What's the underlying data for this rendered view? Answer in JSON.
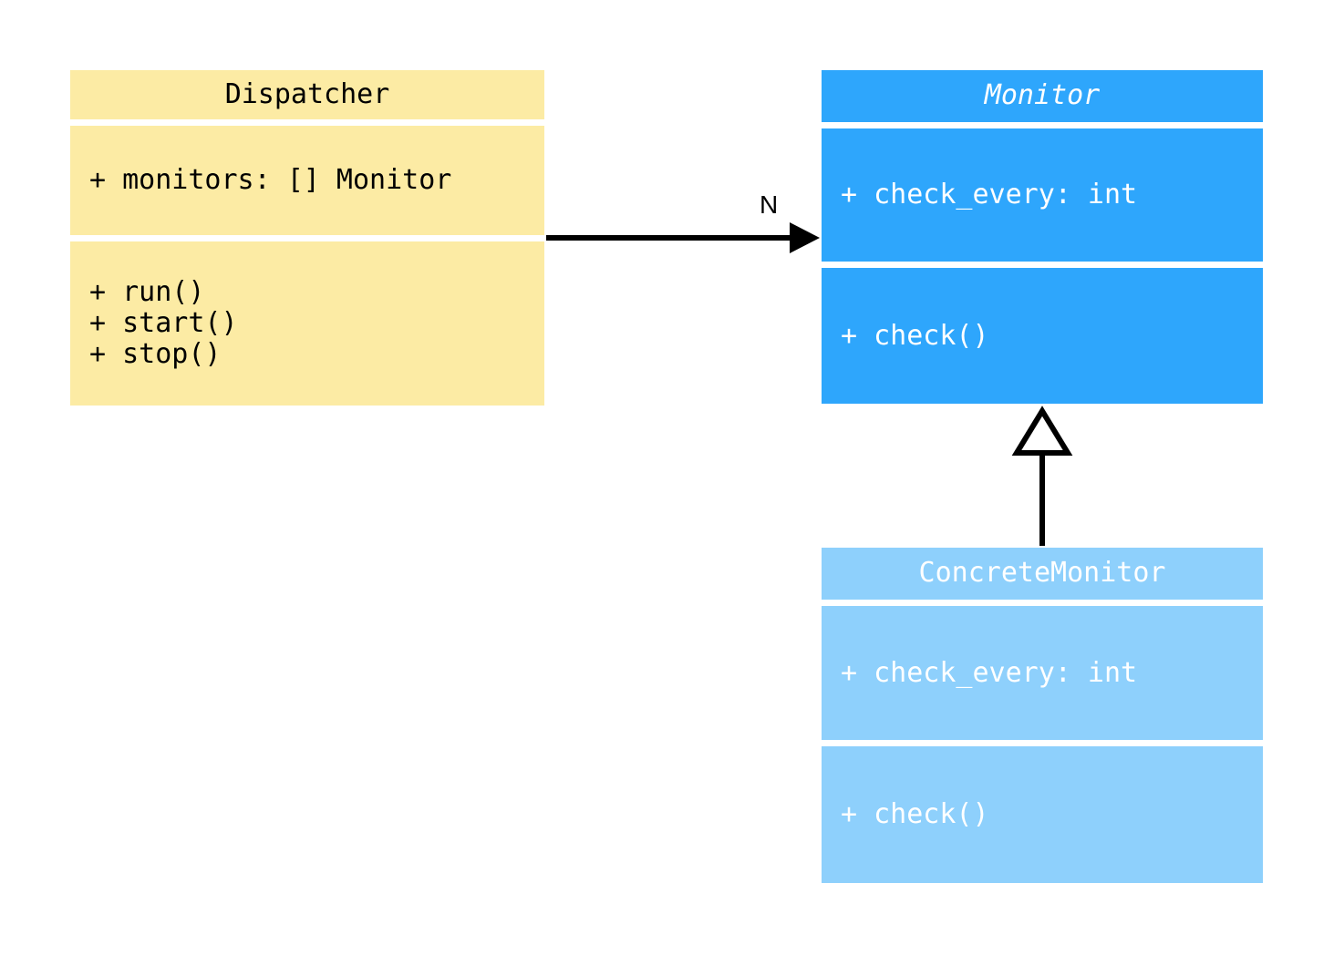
{
  "diagram": {
    "type": "uml-class-diagram",
    "background_color": "#ffffff"
  },
  "classes": [
    {
      "id": "dispatcher",
      "name": "Dispatcher",
      "abstract": false,
      "fill_color": "#FCEBA4",
      "text_color": "#000000",
      "attributes": [
        "+ monitors: [] Monitor"
      ],
      "methods": [
        "+ run()",
        "+ start()",
        "+ stop()"
      ]
    },
    {
      "id": "monitor",
      "name": "Monitor",
      "abstract": true,
      "fill_color": "#2EA6FC",
      "text_color": "#ffffff",
      "attributes": [
        "+ check_every: int"
      ],
      "methods": [
        "+ check()"
      ]
    },
    {
      "id": "concrete_monitor",
      "name": "ConcreteMonitor",
      "abstract": false,
      "fill_color": "#8ED0FC",
      "text_color": "#ffffff",
      "attributes": [
        "+ check_every: int"
      ],
      "methods": [
        "+ check()"
      ]
    }
  ],
  "relationships": [
    {
      "id": "dispatcher-to-monitor",
      "kind": "association",
      "from": "Dispatcher",
      "to": "Monitor",
      "label": "N",
      "arrowhead": "filled-arrow",
      "line_color": "#000000"
    },
    {
      "id": "concrete-to-monitor",
      "kind": "generalization",
      "from": "ConcreteMonitor",
      "to": "Monitor",
      "label": "",
      "arrowhead": "hollow-triangle",
      "line_color": "#000000"
    }
  ],
  "dispatcher": {
    "title": "Dispatcher",
    "attr_0": "+ monitors: [] Monitor",
    "methods_block": "+ run()\n+ start()\n+ stop()"
  },
  "monitor": {
    "title": "Monitor",
    "attr_0": "+ check_every: int",
    "method_0": "+ check()"
  },
  "concrete_monitor": {
    "title": "ConcreteMonitor",
    "attr_0": "+ check_every: int",
    "method_0": "+ check()"
  },
  "edges": {
    "association_label": "N"
  }
}
